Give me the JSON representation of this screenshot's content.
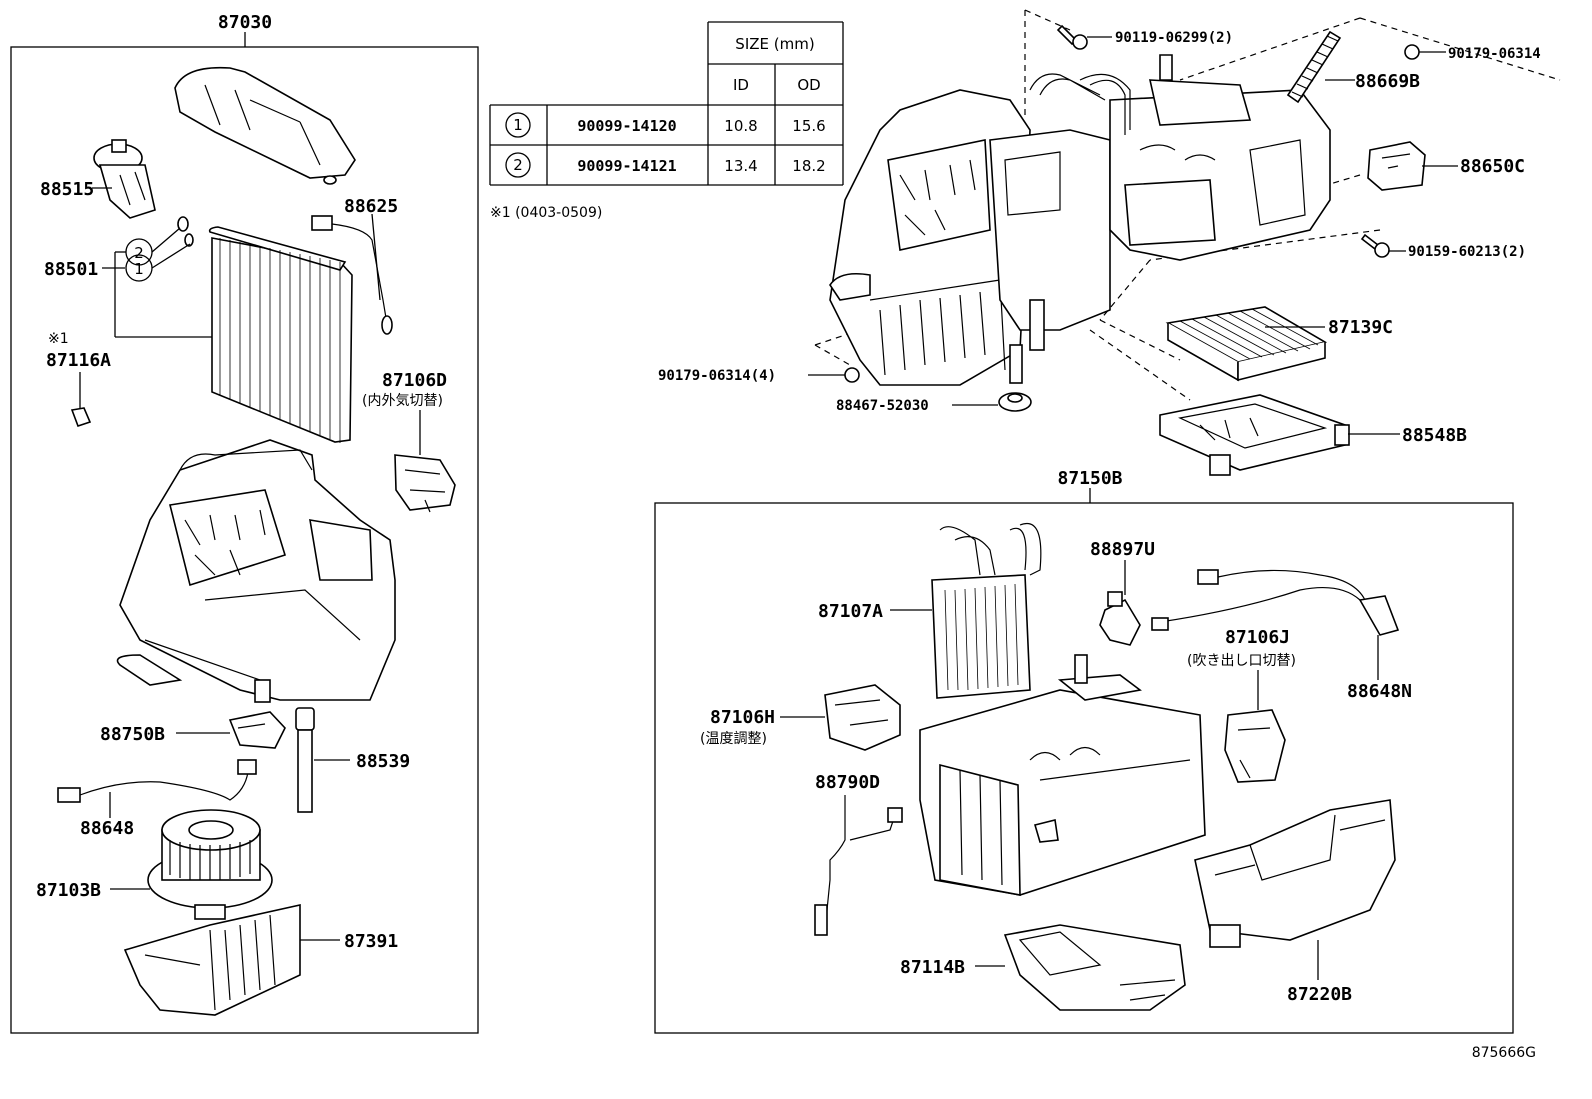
{
  "frames": {
    "left_frame_part": "87030",
    "right_frame_part": "87150B"
  },
  "size_table": {
    "header": "SIZE (mm)",
    "col_id": "ID",
    "col_od": "OD",
    "rows": [
      {
        "marker": "1",
        "part": "90099-14120",
        "id": "10.8",
        "od": "15.6"
      },
      {
        "marker": "2",
        "part": "90099-14121",
        "id": "13.4",
        "od": "18.2"
      }
    ],
    "footnote": "※1 (0403-0509)"
  },
  "left_labels": {
    "p88515": "88515",
    "p88625": "88625",
    "p88501": "88501",
    "marker1": "1",
    "marker2": "2",
    "note_mark": "※1",
    "p87116A": "87116A",
    "p87106D": "87106D",
    "p87106D_note": "(内外気切替)",
    "p88750B": "88750B",
    "p88539": "88539",
    "p88648": "88648",
    "p87103B": "87103B",
    "p87391": "87391"
  },
  "top_right_labels": {
    "p90119": "90119-06299(2)",
    "p90179a": "90179-06314",
    "p88669B": "88669B",
    "p88650C": "88650C",
    "p90159": "90159-60213(2)",
    "p87139C": "87139C",
    "p90179b": "90179-06314(4)",
    "p88467": "88467-52030",
    "p88548B": "88548B"
  },
  "right_labels": {
    "p88897U": "88897U",
    "p87107A": "87107A",
    "p87106J": "87106J",
    "p87106J_note": "(吹き出し口切替)",
    "p88648N": "88648N",
    "p87106H": "87106H",
    "p87106H_note": "(温度調整)",
    "p88790D": "88790D",
    "p87114B": "87114B",
    "p87220B": "87220B"
  },
  "drawing_id": "875666G"
}
